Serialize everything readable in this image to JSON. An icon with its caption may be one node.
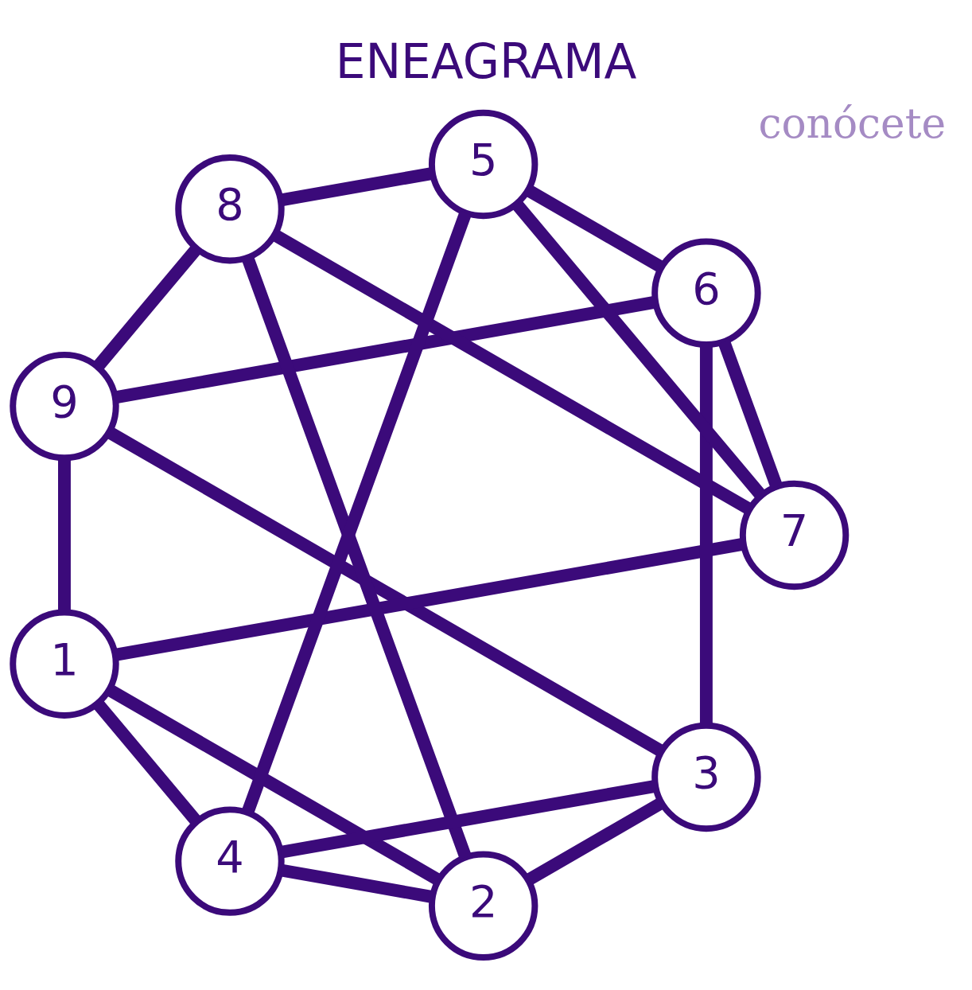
{
  "diagram": {
    "title": "ENEAGRAMA",
    "nodes": [
      {
        "text": [
          "9"
        ]
      },
      {
        "text": [
          "8"
        ]
      },
      {
        "text": [
          "1"
        ]
      },
      {
        "text": [
          "7"
        ]
      },
      {
        "text": [
          "2"
        ]
      },
      {
        "text": [
          "6"
        ]
      },
      {
        "text": [
          "3"
        ]
      },
      {
        "text": [
          "5"
        ]
      },
      {
        "text": [
          "4"
        ]
      }
    ],
    "edges": [
      {
        "from": 0,
        "to": 2,
        "arrow": "none"
      },
      {
        "from": 2,
        "to": 4,
        "arrow": "none"
      },
      {
        "from": 4,
        "to": 6,
        "arrow": "none"
      },
      {
        "from": 6,
        "to": 8,
        "arrow": "none"
      },
      {
        "from": 8,
        "to": 7,
        "arrow": "none"
      },
      {
        "from": 7,
        "to": 5,
        "arrow": "none"
      },
      {
        "from": 5,
        "to": 3,
        "arrow": "none"
      },
      {
        "from": 3,
        "to": 1,
        "arrow": "none"
      },
      {
        "from": 1,
        "to": 0,
        "arrow": "none"
      },
      {
        "from": 0,
        "to": 6,
        "arrow": "none"
      },
      {
        "from": 0,
        "to": 5,
        "arrow": "none"
      },
      {
        "from": 5,
        "to": 6,
        "arrow": "none"
      },
      {
        "from": 2,
        "to": 8,
        "arrow": "none"
      },
      {
        "from": 8,
        "to": 4,
        "arrow": "none"
      },
      {
        "from": 4,
        "to": 1,
        "arrow": "none"
      },
      {
        "from": 1,
        "to": 7,
        "arrow": "none"
      },
      {
        "from": 7,
        "to": 3,
        "arrow": "none"
      },
      {
        "from": 3,
        "to": 2,
        "arrow": "none"
      }
    ],
    "labels": [
      "conócete"
    ]
  }
}
